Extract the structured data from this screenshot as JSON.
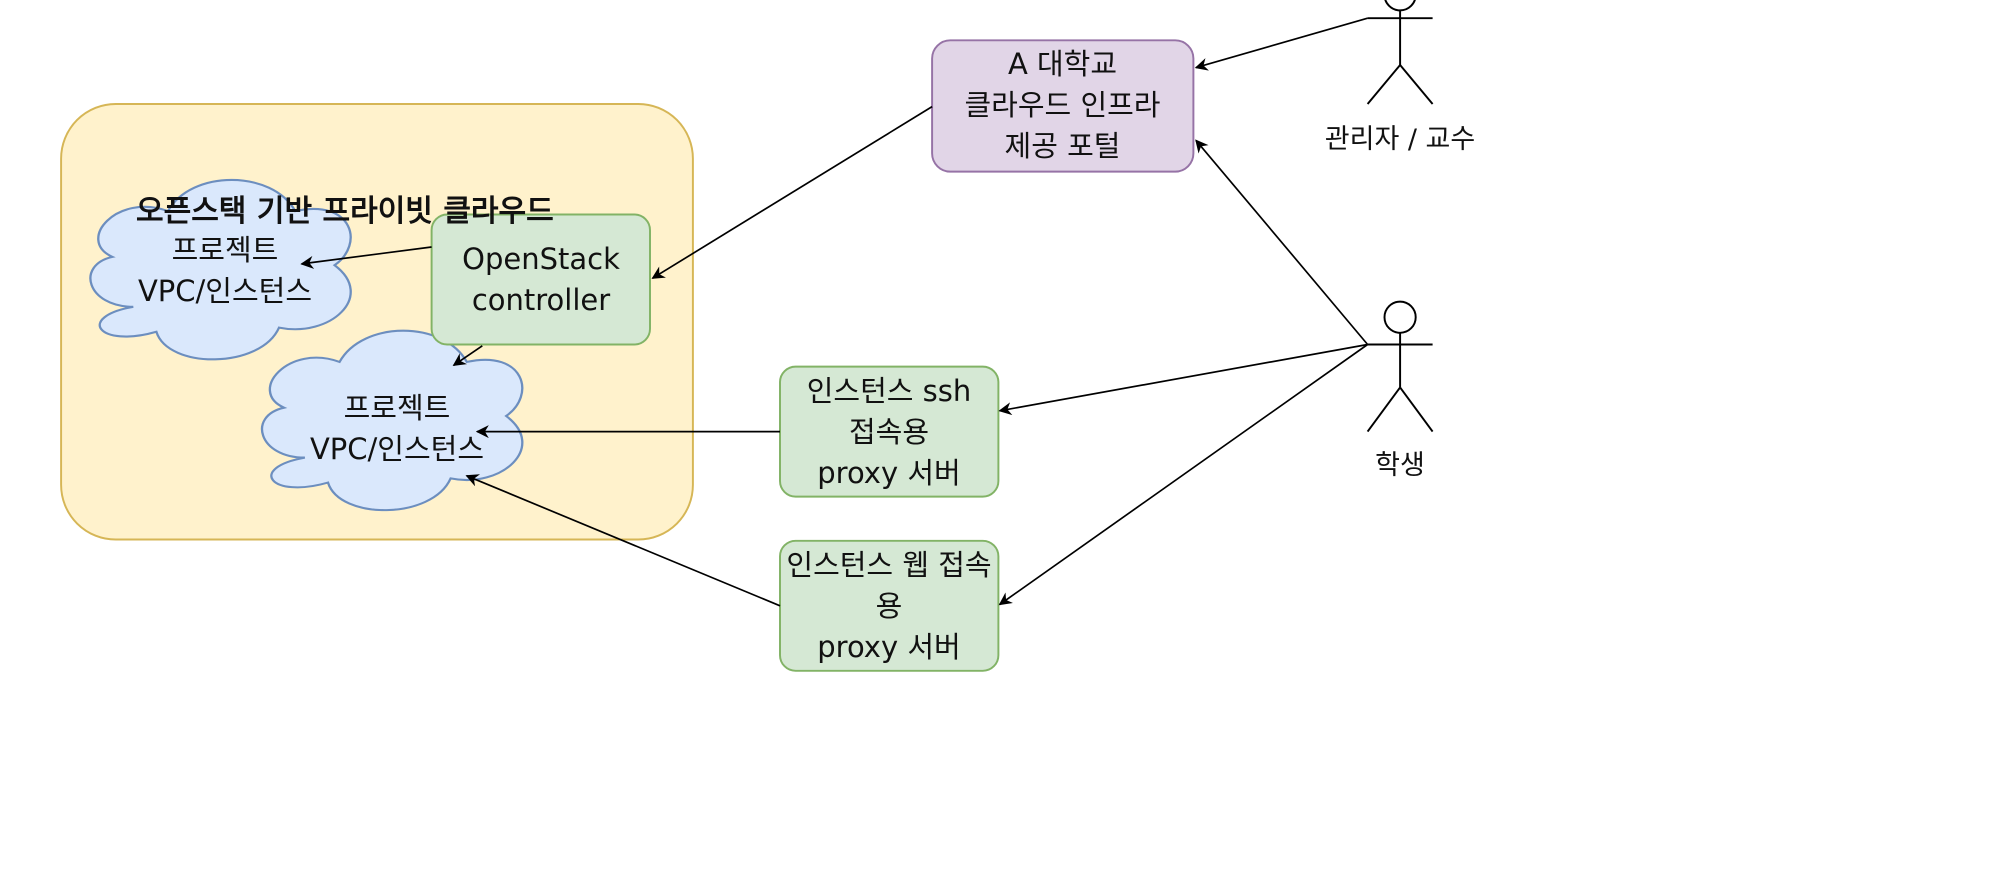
{
  "diagram": {
    "cloud_group": {
      "title": "오픈스택 기반 프라이빗 클라우드"
    },
    "nodes": {
      "portal": {
        "label": "A 대학교\n클라우드 인프라\n제공 포털"
      },
      "controller": {
        "label": "OpenStack\ncontroller"
      },
      "project_top": {
        "label": "프로젝트\nVPC/인스턴스"
      },
      "project_bottom": {
        "label": "프로젝트\nVPC/인스턴스"
      },
      "ssh_proxy": {
        "label": "인스턴스 ssh\n접속용\nproxy 서버"
      },
      "web_proxy": {
        "label": "인스턴스 웹 접속용\nproxy 서버"
      }
    },
    "actors": {
      "admin": {
        "label": "관리자 / 교수"
      },
      "student": {
        "label": "학생"
      }
    },
    "colors": {
      "group_fill": "#fff2cc",
      "group_stroke": "#d6b656",
      "portal_fill": "#e1d5e7",
      "portal_stroke": "#9673a6",
      "green_fill": "#d5e8d4",
      "green_stroke": "#82b366",
      "cloud_fill": "#dae8fc",
      "cloud_stroke": "#6c8ebf",
      "line": "#000000"
    }
  }
}
